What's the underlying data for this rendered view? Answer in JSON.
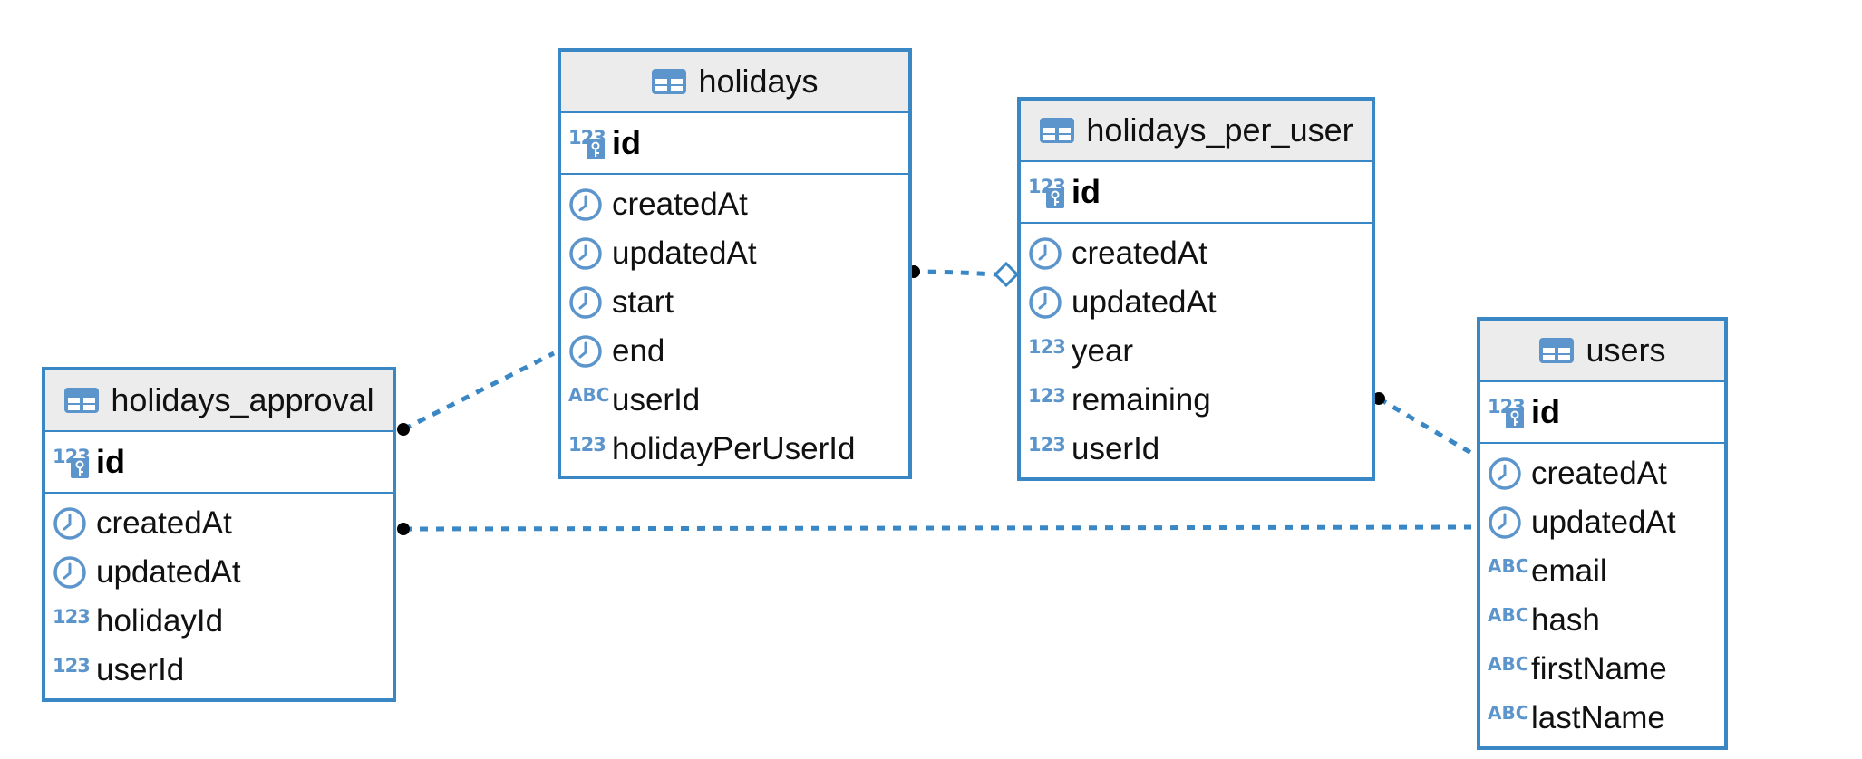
{
  "entities": {
    "holidays": {
      "title": "holidays",
      "pk": "id",
      "columns": [
        {
          "name": "createdAt",
          "type": "clock-icon"
        },
        {
          "name": "updatedAt",
          "type": "clock-icon"
        },
        {
          "name": "start",
          "type": "clock-icon"
        },
        {
          "name": "end",
          "type": "clock-icon"
        },
        {
          "name": "userId",
          "type": "abc-icon",
          "badge": "ABC"
        },
        {
          "name": "holidayPerUserId",
          "type": "number-icon",
          "badge": "123"
        }
      ]
    },
    "holidays_per_user": {
      "title": "holidays_per_user",
      "pk": "id",
      "columns": [
        {
          "name": "createdAt",
          "type": "clock-icon"
        },
        {
          "name": "updatedAt",
          "type": "clock-icon"
        },
        {
          "name": "year",
          "type": "number-icon",
          "badge": "123"
        },
        {
          "name": "remaining",
          "type": "number-icon",
          "badge": "123"
        },
        {
          "name": "userId",
          "type": "number-icon",
          "badge": "123"
        }
      ]
    },
    "holidays_approval": {
      "title": "holidays_approval",
      "pk": "id",
      "columns": [
        {
          "name": "createdAt",
          "type": "clock-icon"
        },
        {
          "name": "updatedAt",
          "type": "clock-icon"
        },
        {
          "name": "holidayId",
          "type": "number-icon",
          "badge": "123"
        },
        {
          "name": "userId",
          "type": "number-icon",
          "badge": "123"
        }
      ]
    },
    "users": {
      "title": "users",
      "pk": "id",
      "columns": [
        {
          "name": "createdAt",
          "type": "clock-icon"
        },
        {
          "name": "updatedAt",
          "type": "clock-icon"
        },
        {
          "name": "email",
          "type": "abc-icon",
          "badge": "ABC"
        },
        {
          "name": "hash",
          "type": "abc-icon",
          "badge": "ABC"
        },
        {
          "name": "firstName",
          "type": "abc-icon",
          "badge": "ABC"
        },
        {
          "name": "lastName",
          "type": "abc-icon",
          "badge": "ABC"
        }
      ]
    }
  },
  "pk_badge": "123",
  "colors": {
    "border": "#3a87c6",
    "header_bg": "#ececec",
    "icon": "#5b95cc",
    "connector": "#3a87c6",
    "endpoint": "#000000"
  },
  "relationships": [
    {
      "from": "holidays",
      "to": "holidays_per_user",
      "from_end": "dot",
      "to_end": "diamond"
    },
    {
      "from": "holidays_approval",
      "to": "holidays",
      "from_end": "dot",
      "to_end": "none"
    },
    {
      "from": "holidays_approval",
      "to": "users",
      "from_end": "dot",
      "to_end": "none"
    },
    {
      "from": "holidays_per_user",
      "to": "users",
      "from_end": "dot",
      "to_end": "none"
    }
  ]
}
